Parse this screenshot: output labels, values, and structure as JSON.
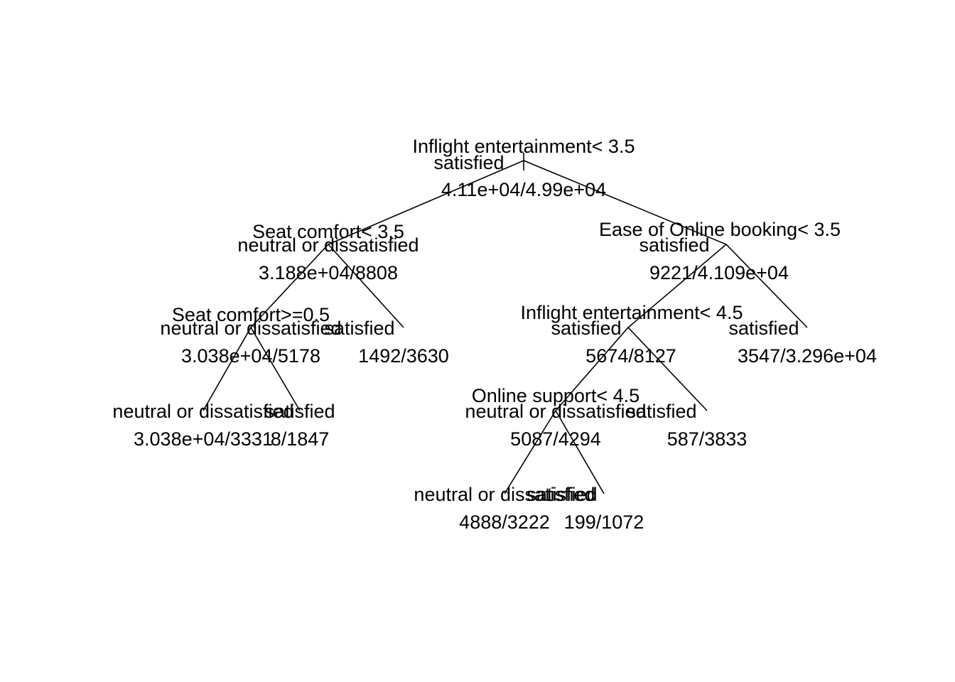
{
  "tree": {
    "root": {
      "split": "Inflight entertainment< 3.5",
      "class": "satisfied",
      "counts": "4.11e+04/4.99e+04",
      "left": {
        "split": "Seat comfort< 3.5",
        "class": "neutral or dissatisfied",
        "counts": "3.188e+04/8808",
        "left": {
          "split": "Seat comfort>=0.5",
          "class": "neutral or dissatisfied",
          "counts": "3.038e+04/5178",
          "left": {
            "class": "neutral or dissatisfied",
            "counts": "3.038e+04/3331"
          },
          "right": {
            "class": "satisfied",
            "counts": "8/1847"
          }
        },
        "right": {
          "class": "satisfied",
          "counts": "1492/3630"
        }
      },
      "right": {
        "split": "Ease of Online booking< 3.5",
        "class": "satisfied",
        "counts": "9221/4.109e+04",
        "left": {
          "split": "Inflight entertainment< 4.5",
          "class": "satisfied",
          "counts": "5674/8127",
          "left": {
            "split": "Online support< 4.5",
            "class": "neutral or dissatisfied",
            "counts": "5087/4294",
            "left": {
              "class": "neutral or dissatisfied",
              "counts": "4888/3222"
            },
            "right": {
              "class": "satisfied",
              "counts": "199/1072"
            }
          },
          "right": {
            "class": "satisfied",
            "counts": "587/3833"
          }
        },
        "right": {
          "class": "satisfied",
          "counts": "3547/3.296e+04"
        }
      }
    }
  }
}
